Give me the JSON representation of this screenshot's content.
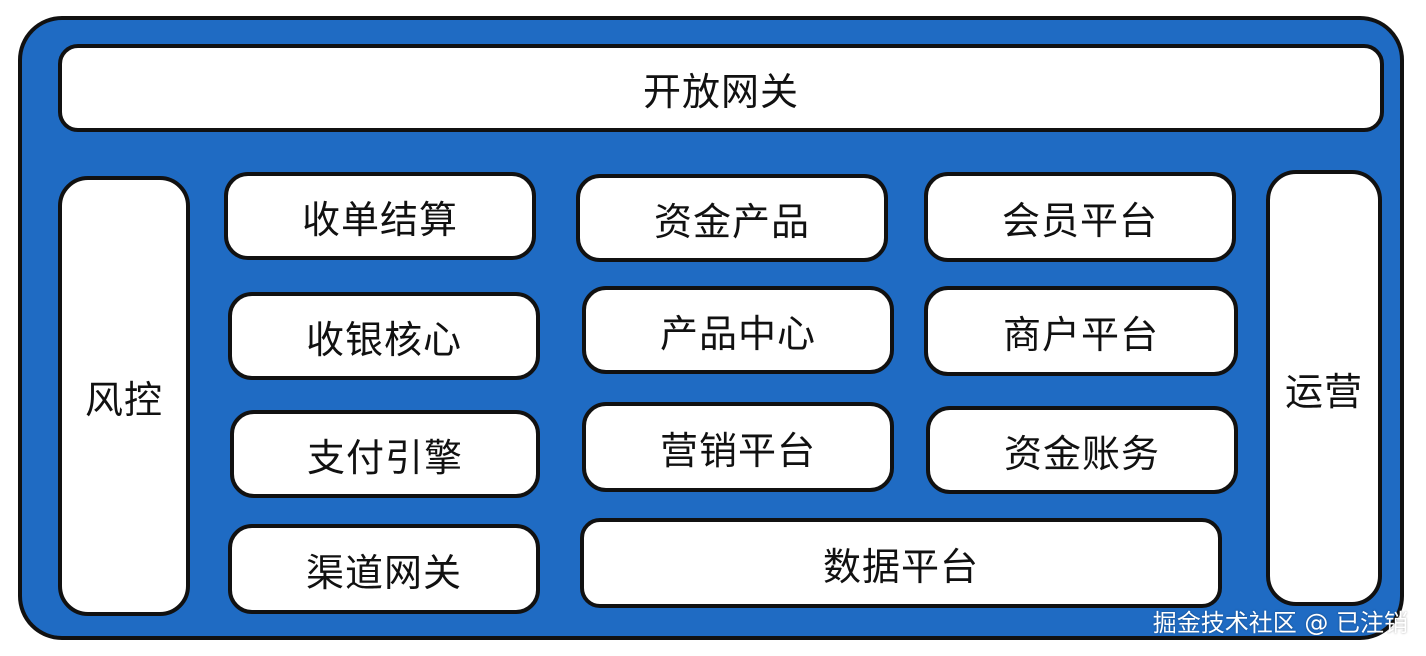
{
  "gateway": "开放网关",
  "left_side": "风控",
  "right_side": "运营",
  "col1": [
    "收单结算",
    "收银核心",
    "支付引擎",
    "渠道网关"
  ],
  "col2": [
    "资金产品",
    "产品中心",
    "营销平台"
  ],
  "col3": [
    "会员平台",
    "商户平台",
    "资金账务"
  ],
  "data_platform": "数据平台",
  "watermark": "掘金技术社区 @ 已注销",
  "colors": {
    "frame": "#1f6bc3",
    "border": "#111111",
    "box": "#ffffff"
  }
}
